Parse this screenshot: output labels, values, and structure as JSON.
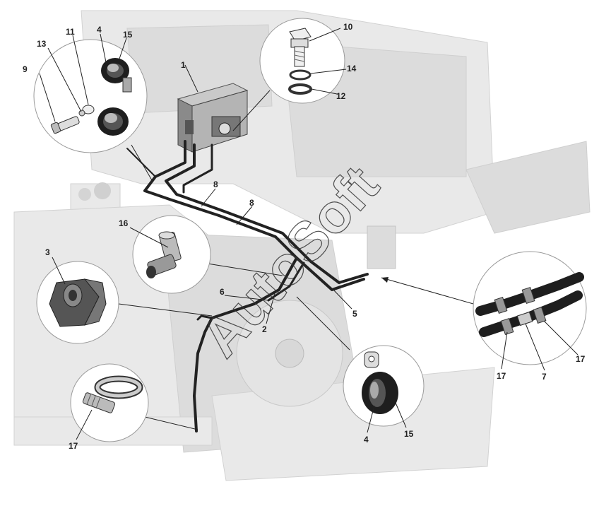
{
  "labels": {
    "l1": "1",
    "l2": "2",
    "l3": "3",
    "l4a": "4",
    "l4b": "4",
    "l5": "5",
    "l6": "6",
    "l7": "7",
    "l8a": "8",
    "l8b": "8",
    "l9": "9",
    "l10": "10",
    "l11": "11",
    "l12": "12",
    "l13": "13",
    "l14": "14",
    "l15a": "15",
    "l15b": "15",
    "l16": "16",
    "l17a": "17",
    "l17b": "17",
    "l17c": "17"
  },
  "watermark": "AutoSoft"
}
